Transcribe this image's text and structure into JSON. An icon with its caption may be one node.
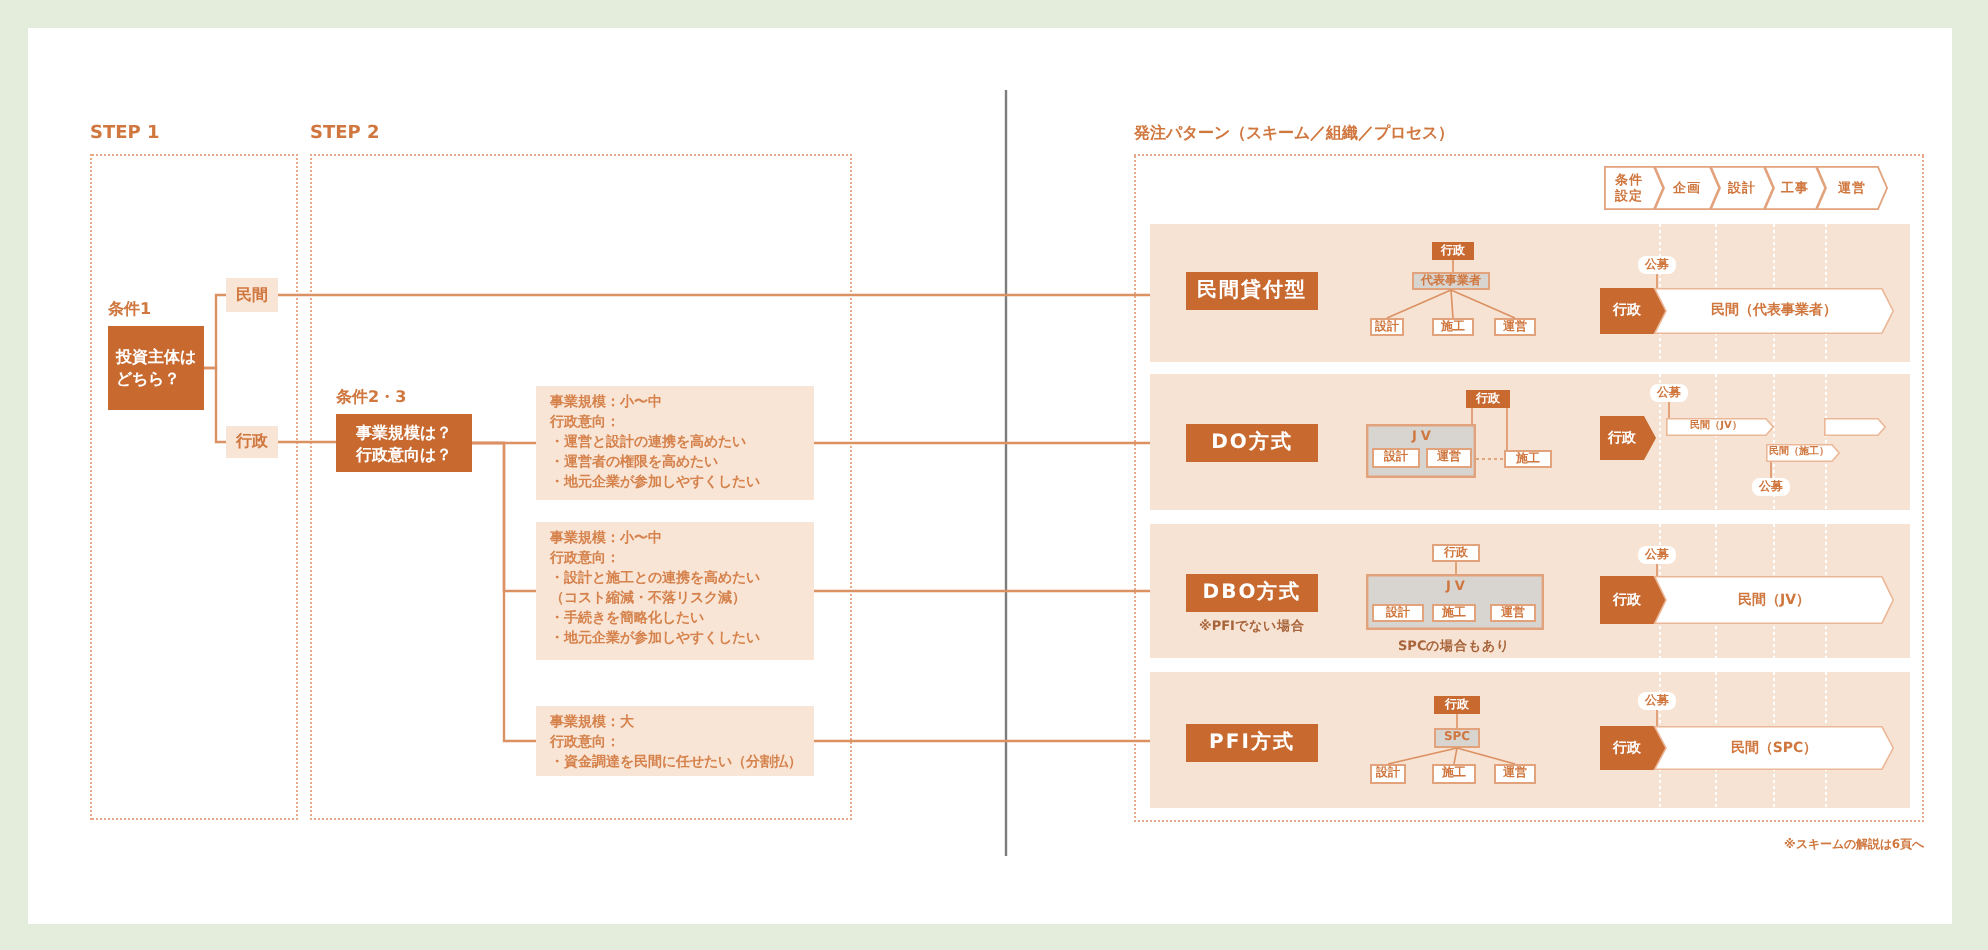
{
  "diagram": {
    "nodes": [
      {
        "text": [
          "STEP 1"
        ]
      },
      {
        "text": [
          "条件1",
          "投資主体はどちら？"
        ],
        "in": 0
      },
      {
        "text": [
          "民間"
        ],
        "in": 0
      },
      {
        "text": [
          "行政"
        ],
        "in": 0
      },
      {
        "text": [
          "STEP 2"
        ]
      },
      {
        "text": [
          "条件2・3",
          "事業規模は？行政意向は？"
        ],
        "in": 4
      },
      {
        "text": [
          "事業規模：小〜中",
          "行政意向：",
          "・運営と設計の連携を高めたい",
          "・運営者の権限を高めたい",
          "・地元企業が参加しやすくしたい"
        ],
        "in": 4
      },
      {
        "text": [
          "事業規模：小〜中",
          "行政意向：",
          "・設計と施工との連携を高めたい",
          "（コスト縮減・不落リスク減）",
          "・手続きを簡略化したい",
          "・地元企業が参加しやすくしたい"
        ],
        "in": 4
      },
      {
        "text": [
          "事業規模：大",
          "行政意向：",
          "・資金調達を民間に任せたい（分割払）"
        ],
        "in": 4
      },
      {
        "text": [
          "発注パターン（スキーム／組織／プロセス）"
        ]
      },
      {
        "text": [
          "条件設定"
        ],
        "in": 9
      },
      {
        "text": [
          "企画"
        ],
        "in": 9
      },
      {
        "text": [
          "設計"
        ],
        "in": 9
      },
      {
        "text": [
          "工事"
        ],
        "in": 9
      },
      {
        "text": [
          "運営"
        ],
        "in": 9
      },
      {
        "text": [],
        "shape": "band",
        "in": 9
      },
      {
        "text": [
          "民間貸付型"
        ],
        "in": 15
      },
      {
        "text": [
          "行政"
        ],
        "in": 15
      },
      {
        "text": [
          "代表事業者"
        ],
        "in": 15
      },
      {
        "text": [
          "設計"
        ],
        "in": 15
      },
      {
        "text": [
          "施工"
        ],
        "in": 15
      },
      {
        "text": [
          "運営"
        ],
        "in": 15
      },
      {
        "text": [
          "公募"
        ],
        "in": 15
      },
      {
        "text": [
          "行政"
        ],
        "in": 15
      },
      {
        "text": [
          "民間（代表事業者）"
        ],
        "in": 15
      },
      {
        "text": [],
        "shape": "band",
        "in": 9
      },
      {
        "text": [
          "DO方式"
        ],
        "in": 25
      },
      {
        "text": [
          "行政"
        ],
        "in": 25
      },
      {
        "text": [
          "JV"
        ],
        "in": 25
      },
      {
        "text": [
          "設計"
        ],
        "in": 28
      },
      {
        "text": [
          "運営"
        ],
        "in": 28
      },
      {
        "text": [
          "施工"
        ],
        "in": 25
      },
      {
        "text": [
          "公募"
        ],
        "in": 25
      },
      {
        "text": [
          "行政"
        ],
        "in": 25
      },
      {
        "text": [
          "民間（JV）"
        ],
        "in": 25
      },
      {
        "text": [],
        "shape": "chevron",
        "in": 25
      },
      {
        "text": [
          "民間（施工）"
        ],
        "in": 25
      },
      {
        "text": [
          "公募"
        ],
        "in": 25
      },
      {
        "text": [],
        "shape": "band",
        "in": 9
      },
      {
        "text": [
          "DBO方式"
        ],
        "beside": [
          "※PFIでない場合"
        ],
        "in": 38
      },
      {
        "text": [
          "行政"
        ],
        "in": 38
      },
      {
        "text": [
          "JV"
        ],
        "beside": [
          "SPCの場合もあり"
        ],
        "in": 38
      },
      {
        "text": [
          "設計"
        ],
        "in": 41
      },
      {
        "text": [
          "施工"
        ],
        "in": 41
      },
      {
        "text": [
          "運営"
        ],
        "in": 41
      },
      {
        "text": [
          "公募"
        ],
        "in": 38
      },
      {
        "text": [
          "行政"
        ],
        "in": 38
      },
      {
        "text": [
          "民間（JV）"
        ],
        "in": 38
      },
      {
        "text": [],
        "shape": "band",
        "in": 9
      },
      {
        "text": [
          "PFI方式"
        ],
        "in": 48
      },
      {
        "text": [
          "行政"
        ],
        "in": 48
      },
      {
        "text": [
          "SPC"
        ],
        "in": 48
      },
      {
        "text": [
          "設計"
        ],
        "in": 48
      },
      {
        "text": [
          "施工"
        ],
        "in": 48
      },
      {
        "text": [
          "運営"
        ],
        "in": 48
      },
      {
        "text": [
          "公募"
        ],
        "in": 48
      },
      {
        "text": [
          "行政"
        ],
        "in": 48
      },
      {
        "text": [
          "民間（SPC）"
        ],
        "in": 48
      }
    ],
    "edges": [
      {
        "from": 1,
        "to": 2,
        "arrow": "none"
      },
      {
        "from": 1,
        "to": 3,
        "arrow": "none"
      },
      {
        "from": 3,
        "to": 5,
        "arrow": "none"
      },
      {
        "from": 5,
        "to": 6,
        "arrow": "none"
      },
      {
        "from": 5,
        "to": 7,
        "arrow": "none"
      },
      {
        "from": 5,
        "to": 8,
        "arrow": "none"
      },
      {
        "from": 2,
        "to": 15,
        "arrow": "none"
      },
      {
        "from": 6,
        "to": 25,
        "arrow": "none"
      },
      {
        "from": 7,
        "to": 38,
        "arrow": "none"
      },
      {
        "from": 8,
        "to": 48,
        "arrow": "none"
      },
      {
        "from": 17,
        "to": 18,
        "arrow": "none"
      },
      {
        "from": 18,
        "to": 19,
        "arrow": "none"
      },
      {
        "from": 18,
        "to": 20,
        "arrow": "none"
      },
      {
        "from": 18,
        "to": 21,
        "arrow": "none"
      },
      {
        "from": 22,
        "to": 24,
        "arrow": "none"
      },
      {
        "from": 27,
        "to": 28,
        "arrow": "none"
      },
      {
        "from": 27,
        "to": 31,
        "arrow": "none"
      },
      {
        "from": 28,
        "to": 31,
        "arrow": "none",
        "style": "dashed"
      },
      {
        "from": 32,
        "to": 34,
        "arrow": "none"
      },
      {
        "from": 37,
        "to": 36,
        "arrow": "none"
      },
      {
        "from": 40,
        "to": 41,
        "arrow": "none"
      },
      {
        "from": 45,
        "to": 47,
        "arrow": "none"
      },
      {
        "from": 50,
        "to": 51,
        "arrow": "none"
      },
      {
        "from": 51,
        "to": 52,
        "arrow": "none"
      },
      {
        "from": 51,
        "to": 53,
        "arrow": "none"
      },
      {
        "from": 51,
        "to": 54,
        "arrow": "none"
      },
      {
        "from": 55,
        "to": 57,
        "arrow": "none"
      }
    ],
    "labels": [
      "※スキームの解説は6頁へ"
    ]
  }
}
